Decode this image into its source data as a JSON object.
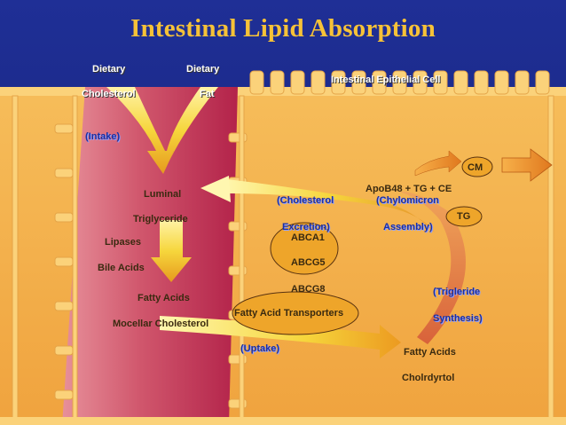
{
  "title": "Intestinal Lipid Absorption",
  "labels": {
    "dietary_1": "Dietary",
    "cholesterol_top": "Cholesterol",
    "dietary_2": "Dietary",
    "fat_top": "Fat",
    "cell": "Intestinal Epithelial Cell",
    "intake": "(Intake)",
    "luminal": "Luminal",
    "triglyceride": "Triglyceride",
    "lipases": "Lipases",
    "bile_acids": "Bile Acids",
    "fatty_acids_left": "Fatty Acids",
    "mocellar": "Mocellar Cholesterol",
    "chol_excretion_1": "(Cholesterol",
    "chol_excretion_2": "Excretion)",
    "abca1": "ABCA1",
    "abcg5": "ABCG5",
    "abcg8": "ABCG8",
    "fat_transporters": "Fatty Acid Transporters",
    "uptake": "(Uptake)",
    "apob48": "ApoB48 + TG + CE",
    "chylo_1": "(Chylomicron",
    "chylo_2": "Assembly)",
    "cm": "CM",
    "tg": "TG",
    "trig_synth_1": "(Trigleride",
    "trig_synth_2": "Synthesis)",
    "fatty_acids_right": "Fatty Acids",
    "cholrdyrtol": "Cholrdyrtol"
  },
  "colors": {
    "background": "#1d2b8c",
    "cell": "#f3ad4a",
    "membrane": "#fad06a",
    "lumen": "#c23a55",
    "arrow": "#f4d23a",
    "oval": "#eea52a",
    "title": "#f6c238"
  }
}
